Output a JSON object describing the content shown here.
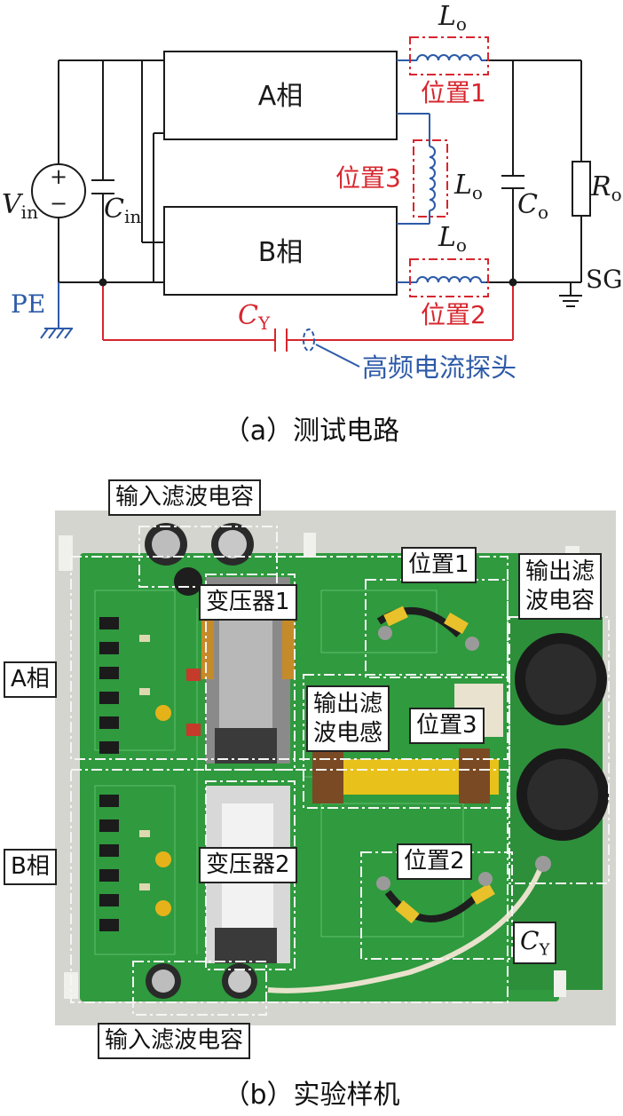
{
  "figure_a": {
    "caption": "（a）测试电路",
    "phase_a": "A相",
    "phase_b": "B相",
    "v_in": "V",
    "v_in_sub": "in",
    "c_in": "C",
    "c_in_sub": "in",
    "l_o": "L",
    "l_o_sub": "o",
    "c_o": "C",
    "c_o_sub": "o",
    "r_o": "R",
    "r_o_sub": "o",
    "c_y": "C",
    "c_y_sub": "Y",
    "pe": "PE",
    "sg": "SG",
    "pos1": "位置1",
    "pos2": "位置2",
    "pos3": "位置3",
    "probe": "高频电流探头",
    "plus": "+",
    "minus": "−"
  },
  "figure_b": {
    "caption": "（b）实验样机",
    "input_cap_top": "输入滤波电容",
    "input_cap_bottom": "输入滤波电容",
    "transformer1": "变压器1",
    "transformer2": "变压器2",
    "pos1": "位置1",
    "pos2": "位置2",
    "pos3": "位置3",
    "out_cap_line1": "输出滤",
    "out_cap_line2": "波电容",
    "out_ind_line1": "输出滤",
    "out_ind_line2": "波电感",
    "phase_a": "A相",
    "phase_b": "B相",
    "c_y": "C",
    "c_y_sub": "Y"
  },
  "colors": {
    "red": "#d7262e",
    "blue": "#2d5aa8",
    "black": "#1a1a1a",
    "pcb_green": "#2f9a3e"
  }
}
